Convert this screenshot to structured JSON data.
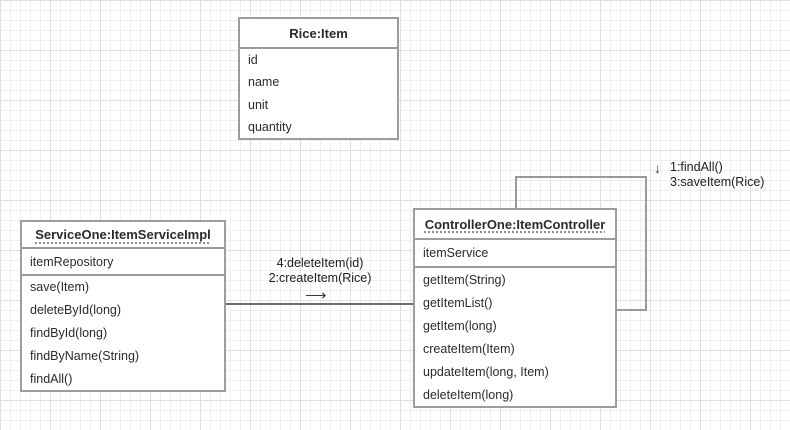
{
  "colors": {
    "background": "#ffffff",
    "grid_minor": "#edeff1",
    "grid_major": "#dcdfe3",
    "box_border": "#9d9d9d",
    "edge_line": "#6e6e6e",
    "text": "#2b2b2b"
  },
  "objects": [
    {
      "title": "Rice:Item",
      "fields": [
        "id",
        "name",
        "unit",
        "quantity"
      ],
      "methods": []
    },
    {
      "title": "ServiceOne:ItemServiceImpl",
      "fields": [
        "itemRepository"
      ],
      "methods": [
        "save(Item)",
        "deleteById(long)",
        "findById(long)",
        "findByName(String)",
        "findAll()"
      ]
    },
    {
      "title": "ControllerOne:ItemController",
      "fields": [
        "itemService"
      ],
      "methods": [
        "getItem(String)",
        "getItemList()",
        "getItem(long)",
        "createItem(Item)",
        "updateItem(long, Item)",
        "deleteItem(long)"
      ]
    }
  ],
  "messages": {
    "mid": {
      "line1": "4:deleteItem(id)",
      "line2": "2:createItem(Rice)",
      "arrow": "⟶"
    },
    "loop": {
      "arrow": "↓",
      "line1": "1:findAll()",
      "line2": "3:saveItem(Rice)"
    }
  }
}
